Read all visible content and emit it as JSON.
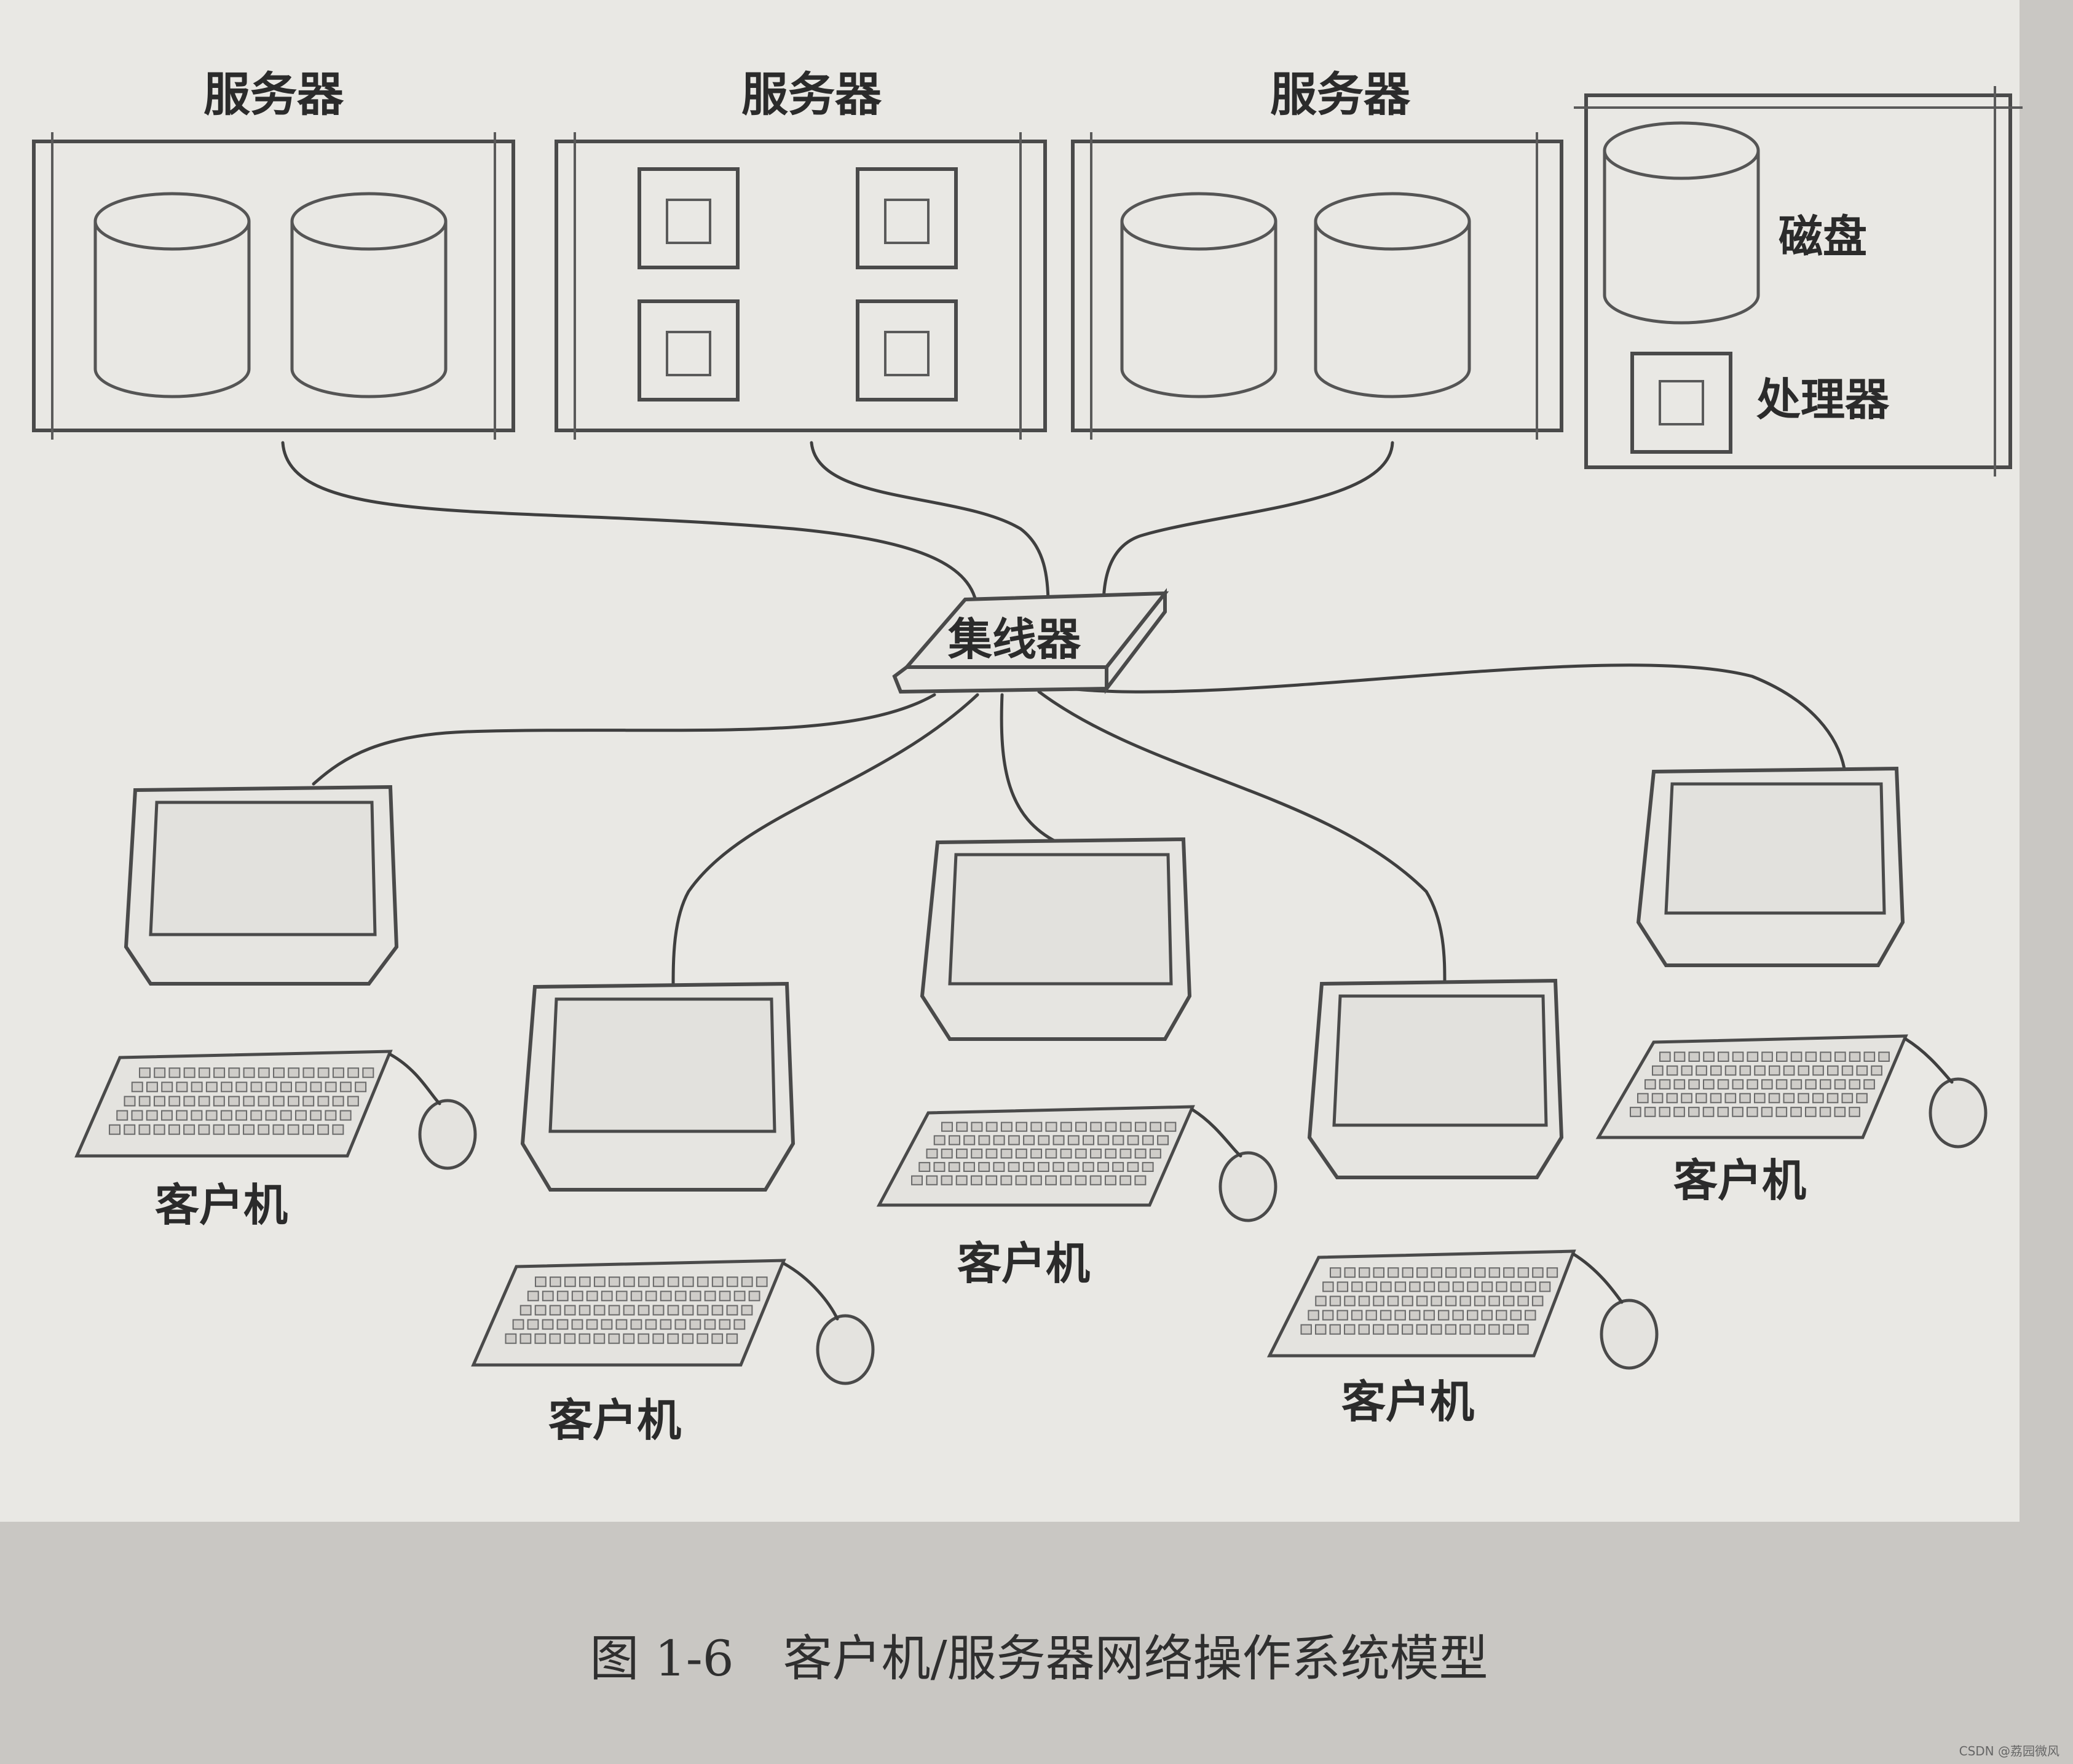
{
  "servers": [
    {
      "label": "服务器",
      "contents": "disks"
    },
    {
      "label": "服务器",
      "contents": "processors"
    },
    {
      "label": "服务器",
      "contents": "disks"
    }
  ],
  "legend": {
    "disk_label": "磁盘",
    "processor_label": "处理器"
  },
  "hub": {
    "label": "集线器"
  },
  "clients": [
    {
      "label": "客户机"
    },
    {
      "label": "客户机"
    },
    {
      "label": "客户机"
    },
    {
      "label": "客户机"
    },
    {
      "label": "客户机"
    }
  ],
  "caption": "图 1-6　客户机/服务器网络操作系统模型",
  "watermark": "CSDN @荔园微风",
  "colors": {
    "paper": "#e9e8e4",
    "line": "#4a4a4a",
    "background": "#c9c7c3"
  }
}
